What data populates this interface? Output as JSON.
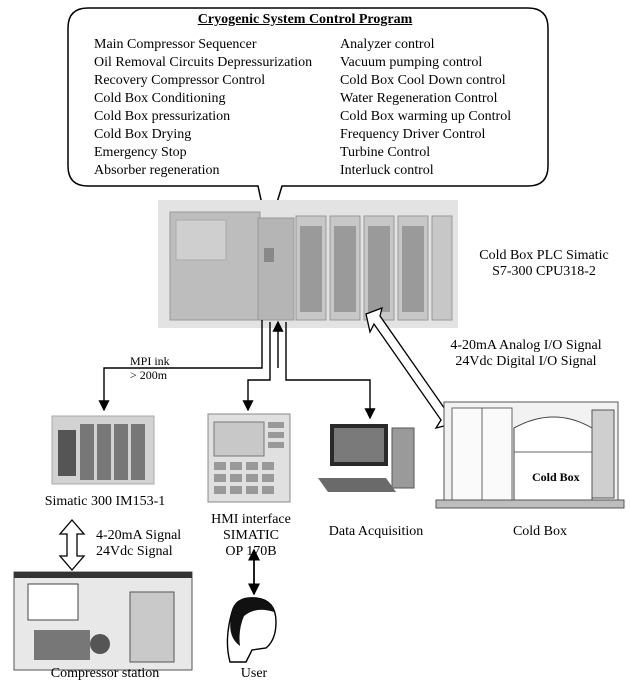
{
  "program": {
    "title": "Cryogenic System Control Program",
    "left_items": [
      "Main Compressor Sequencer",
      "Oil Removal Circuits Depressurization",
      "Recovery Compressor Control",
      "Cold Box Conditioning",
      "Cold Box pressurization",
      "Cold Box Drying",
      "Emergency Stop",
      "Absorber regeneration"
    ],
    "right_items": [
      "Analyzer control",
      "Vacuum pumping control",
      "Cold Box Cool Down control",
      "Water Regeneration Control",
      "Cold Box warming up Control",
      "Frequency Driver Control",
      "Turbine Control",
      "Interluck control"
    ]
  },
  "plc": {
    "line1": "Cold Box PLC Simatic",
    "line2": "S7-300 CPU318-2"
  },
  "mpi": {
    "line1": "MPI ink",
    "line2": "> 200m"
  },
  "analog_signal": {
    "line1": "4-20mA Analog I/O Signal",
    "line2": "24Vdc Digital I/O Signal"
  },
  "im153": {
    "label": "Simatic 300 IM153-1"
  },
  "hmi": {
    "line1": "HMI interface",
    "line2": "SIMATIC",
    "line3": "OP 170B"
  },
  "data_acq": {
    "label": "Data Acquisition"
  },
  "coldbox": {
    "label": "Cold Box",
    "device_label": "Cold Box"
  },
  "signal": {
    "line1": "4-20mA Signal",
    "line2": "24Vdc Signal"
  },
  "compressor": {
    "label": "Compressor station"
  },
  "user": {
    "label": "User"
  }
}
